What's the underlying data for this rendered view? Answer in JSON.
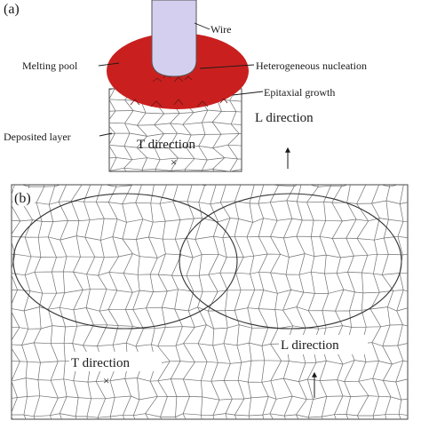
{
  "panel_a": {
    "label": "(a)",
    "wire": "Wire",
    "melting_pool": "Melting pool",
    "heterogeneous_nucleation": "Heterogeneous nucleation",
    "epitaxial_growth": "Epitaxial growth",
    "l_direction": "L direction",
    "deposited_layer": "Deposited layer",
    "t_direction": "T direction",
    "t_marker": "×"
  },
  "panel_b": {
    "label": "(b)",
    "t_direction": "T direction",
    "t_marker": "×",
    "l_direction": "L direction"
  },
  "colors": {
    "wire": "#d4cfee",
    "melt_pool": "#c9201f",
    "grain_line": "#707070",
    "text": "#1a1a1a"
  }
}
